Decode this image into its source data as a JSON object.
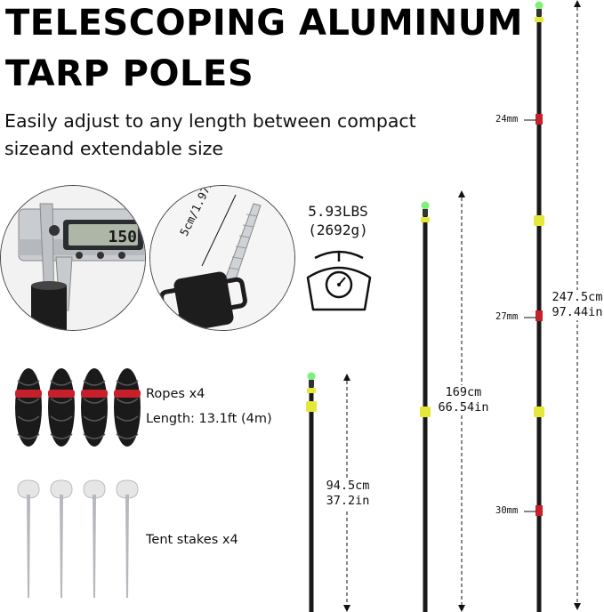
{
  "header": {
    "title_line1": "TELESCOPING ALUMINUM",
    "title_line2": "TARP POLES",
    "subtitle_line1": "Easily adjust to any length between compact",
    "subtitle_line2": "sizeand extendable size"
  },
  "caliper": {
    "display": "150",
    "spike_label": "5cm/1.97in"
  },
  "weight": {
    "lbs": "5.93LBS",
    "grams": "(2692g)"
  },
  "accessories": {
    "ropes_line1": "Ropes x4",
    "ropes_line2": "Length: 13.1ft (4m)",
    "stakes": "Tent stakes x4"
  },
  "poles": {
    "small": {
      "cm": "94.5cm",
      "in": "37.2in"
    },
    "medium": {
      "cm": "169cm",
      "in": "66.54in"
    },
    "large": {
      "cm": "247.5cm",
      "in": "97.44in",
      "diam_top": "24mm",
      "diam_mid": "27mm",
      "diam_bottom": "30mm"
    }
  },
  "colors": {
    "pole": "#1a1a1a",
    "collar": "#e5e83a",
    "accent_red": "#c8202a",
    "tip": "#7ef07a"
  }
}
